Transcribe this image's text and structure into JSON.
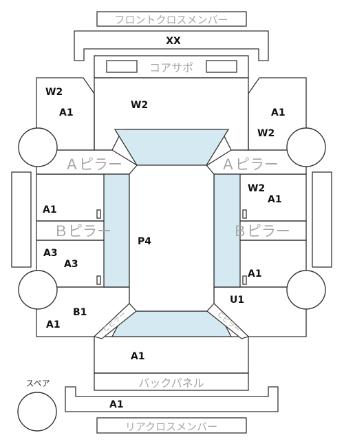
{
  "colors": {
    "stroke": "#333333",
    "window_fill": "#d4e9f1",
    "grey_text": "#a6a6a6",
    "label_text": "#111111"
  },
  "parts": {
    "front_cross_member": "フロントクロスメンバー",
    "core_support": "コアサポ",
    "a_pillar_left": "Ａピラー",
    "a_pillar_right": "Ａピラー",
    "b_pillar_left": "Ｂピラー",
    "b_pillar_right": "Ｂピラー",
    "c_pillar_left": "Ｃピラー",
    "c_pillar_right": "Ｃピラー",
    "back_panel": "バックパネル",
    "rear_cross_member": "リアクロスメンバー",
    "spare": "スペア"
  },
  "grades": {
    "front_cross": "XX",
    "fender_left_top": "W2",
    "fender_left_bottom": "A1",
    "hood": "W2",
    "fender_right_top": "A1",
    "fender_right_bottom": "W2",
    "front_door_left": "A1",
    "front_door_right_1": "W2",
    "front_door_right_2": "A1",
    "roof": "P4",
    "rear_door_left_1": "A3",
    "rear_door_left_2": "A3",
    "rear_door_right": "A1",
    "quarter_left_1": "B1",
    "quarter_left_2": "A1",
    "quarter_right": "U1",
    "trunk": "A1",
    "rear_bumper": "A1"
  }
}
